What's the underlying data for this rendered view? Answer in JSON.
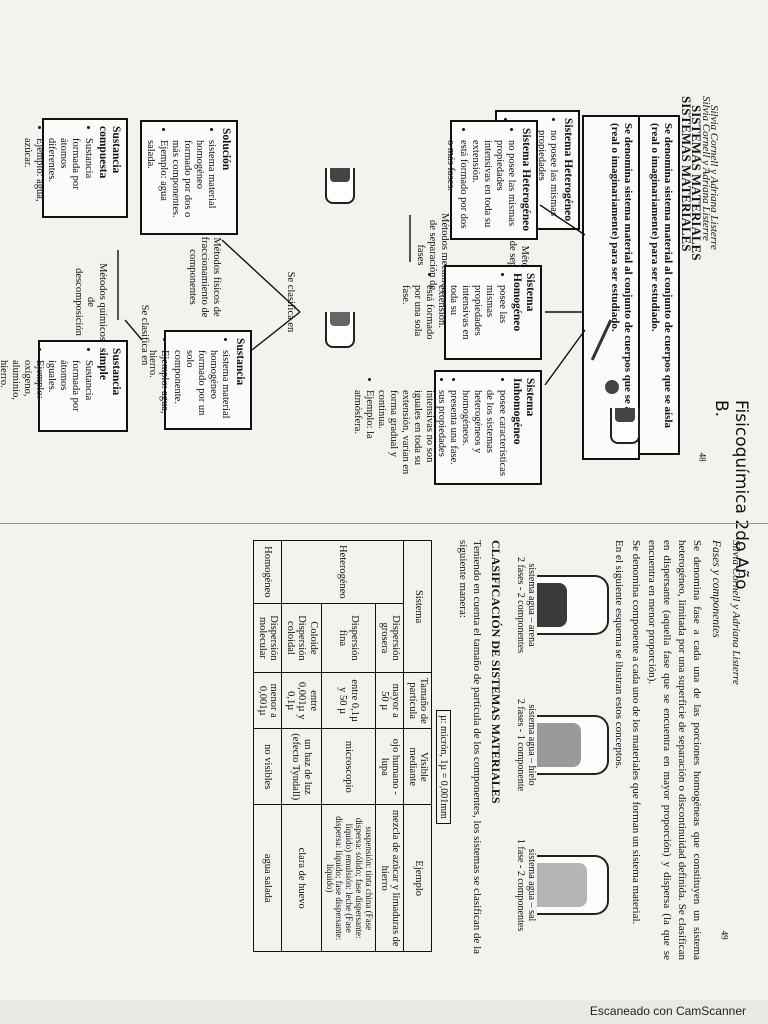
{
  "top": {
    "header": "Silvia Cornell y Adriana Listerre",
    "title": "SISTEMAS MATERIALES",
    "intro": "Se denomina sistema material al conjunto de cuerpos que se aísla (real o imaginariamente) para ser estudiado.",
    "handwritten": "Fisicoquímica 2do Año B.",
    "page_number": "48",
    "se_clasifica_1": "Se clasifica en",
    "se_clasifica_2": "Se clasifica en",
    "metodos_separacion": "Métodos mecánicos de separación de fases",
    "metodos_fraccionamiento": "Métodos físicos de fraccionamiento de componentes",
    "metodos_quimicos": "Métodos químicos de descomposición",
    "heterogeneo": {
      "title": "Sistema Heterogéneo",
      "items": [
        "no posee las mismas propiedades intensivas en toda su extensión.",
        "está formado por dos o más fases."
      ]
    },
    "homogeneo": {
      "title": "Sistema Homogéneo",
      "items": [
        "posee las mismas propiedades intensivas en toda su extensión.",
        "está formado por una sola fase."
      ]
    },
    "inhomogeneo": {
      "title": "Sistema Inhomogéneo",
      "items": [
        "posee características de los sistemas heterogéneos y homogéneos.",
        "presenta una fase.",
        "sus propiedades intensivas no son iguales en toda su extensión, varían en forma gradual y continua.",
        "Ejemplo: la atmósfera."
      ]
    },
    "solucion": {
      "title": "Solución",
      "items": [
        "sistema material homogéneo formado por dos o más componentes.",
        "Ejemplo: agua salada."
      ]
    },
    "sustancia": {
      "title": "Sustancia",
      "items": [
        "sistema material homogéneo formado por un solo componente.",
        "Ejemplo: agua, hierro."
      ]
    },
    "compuesta": {
      "title": "Sustancia compuesta",
      "items": [
        "Sustancia formada por átomos diferentes.",
        "Ejemplo: agua, azúcar."
      ]
    },
    "simple": {
      "title": "Sustancia simple",
      "items": [
        "Sustancia formada por átomos iguales.",
        "Ejemplo: oxígeno, aluminio, hierro."
      ]
    }
  },
  "bottom": {
    "header": "Silvia Cornell y Adriana Listerre",
    "page_number": "49",
    "section": "Fases y componentes",
    "p1": "Se denomina fase a cada una de las porciones homogéneas que constituyen un sistema heterogéneo, limitada por una superficie de separación o discontinuidad definida. Se clasifican en dispersante (aquella fase que se encuentra en mayor proporción) y dispersa (la que se encuentra en menor proporción).",
    "p2": "Se denomina componente a cada uno de los materiales que forman un sistema material.",
    "p3": "En el siguiente esquema se ilustran estos conceptos.",
    "beakers": [
      {
        "label": "sistema agua – arena",
        "sub": "2 fases - 2 componentes",
        "fill": "#3a3a3a"
      },
      {
        "label": "sistema agua – hielo",
        "sub": "2 fases - 1 componente",
        "fill": "#9a9a9a"
      },
      {
        "label": "sistema agua – sal",
        "sub": "1 fase - 2 componentes",
        "fill": "#b5b5b5"
      }
    ],
    "title2": "CLASIFICACIÓN DE SISTEMAS MATERIALES",
    "p4": "Teniendo en cuenta el tamaño de partícula de los componentes, los sistemas se clasifican de la siguiente manera:",
    "micron": "µ: micrón, 1µ = 0,001mm",
    "table": {
      "headers": [
        "Sistema",
        "",
        "Tamaño de partícula",
        "Visible mediante",
        "Ejemplo"
      ],
      "rows": [
        [
          "Heterogéneo",
          "Dispersión grosera",
          "mayor a 50 µ",
          "ojo humano - lupa",
          "mezcla de azúcar y limaduras de hierro"
        ],
        [
          "",
          "Dispersión fina",
          "entre 0,1µ y 50 µ",
          "microscopio",
          "suspensión: tinta china (Fase dispersa: sólido; fase dispersante: líquido) emulsión: leche (Fase dispersa: líquido; fase dispersante: líquido)"
        ],
        [
          "",
          "Coloide Dispersión coloidal",
          "entre 0,001µ y 0,1µ",
          "un haz de luz (efecto Tyndall)",
          "clara de huevo"
        ],
        [
          "Homogéneo",
          "Dispersión molecular",
          "menor a 0,001µ",
          "no visibles",
          "agua salada"
        ]
      ]
    }
  },
  "footer": "Escaneado con CamScanner"
}
